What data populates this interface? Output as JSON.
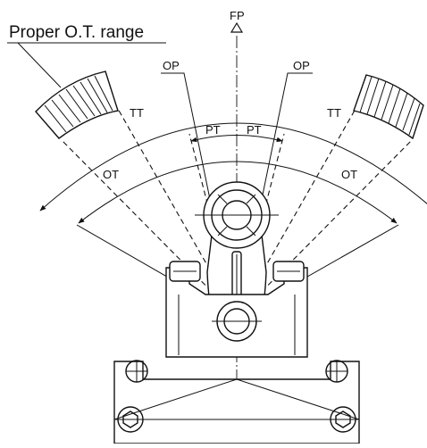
{
  "callout": {
    "title": "Proper O.T. range"
  },
  "labels": {
    "fp": "FP",
    "op_left": "OP",
    "op_right": "OP",
    "tt_left": "TT",
    "tt_right": "TT",
    "pt_left": "PT",
    "pt_right": "PT",
    "ot_left": "OT",
    "ot_right": "OT"
  }
}
